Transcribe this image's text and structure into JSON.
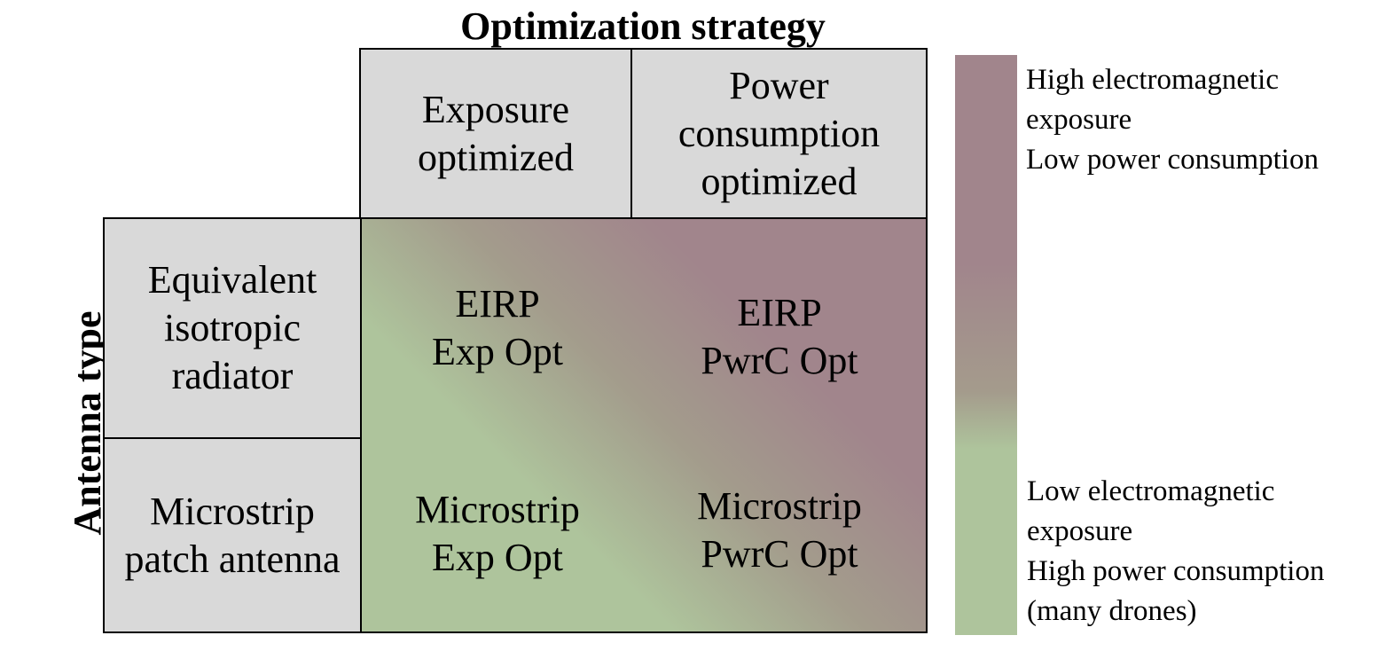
{
  "axes": {
    "column_title": "Optimization strategy",
    "row_title": "Antenna type"
  },
  "columns": [
    {
      "label_lines": [
        "Exposure",
        "optimized"
      ]
    },
    {
      "label_lines": [
        "Power",
        "consumption",
        "optimized"
      ]
    }
  ],
  "rows": [
    {
      "label_lines": [
        "Equivalent",
        "isotropic",
        "radiator"
      ]
    },
    {
      "label_lines": [
        "Microstrip",
        "patch antenna"
      ]
    }
  ],
  "cells": [
    [
      {
        "lines": [
          "EIRP",
          "Exp Opt"
        ]
      },
      {
        "lines": [
          "EIRP",
          "PwrC Opt"
        ]
      }
    ],
    [
      {
        "lines": [
          "Microstrip",
          "Exp Opt"
        ]
      },
      {
        "lines": [
          "Microstrip",
          "PwrC Opt"
        ]
      }
    ]
  ],
  "legend": {
    "top_lines": [
      "High electromagnetic",
      "exposure",
      "Low power consumption"
    ],
    "bottom_lines": [
      "Low electromagnetic",
      "exposure",
      "High power consumption",
      "(many drones)"
    ],
    "colors": {
      "high_exposure": "#a1858c",
      "low_exposure": "#aec49c",
      "mid": "#a49b8c"
    }
  }
}
